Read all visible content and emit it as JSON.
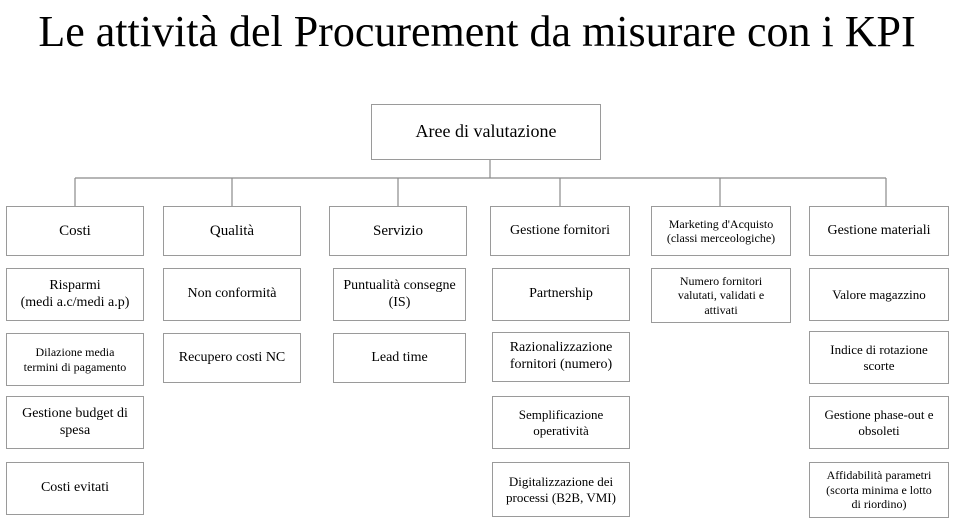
{
  "title": "Le attività del Procurement da misurare con i KPI",
  "root": "Aree di valutazione",
  "columns": [
    {
      "header": "Costi",
      "items": [
        "Risparmi\n(medi a.c/medi a.p)",
        "Dilazione media\ntermini di pagamento",
        "Gestione budget di\nspesa",
        "Costi evitati"
      ]
    },
    {
      "header": "Qualità",
      "items": [
        "Non conformità",
        "Recupero costi NC"
      ]
    },
    {
      "header": "Servizio",
      "items": [
        "Puntualità consegne\n(IS)",
        "Lead time"
      ]
    },
    {
      "header": "Gestione fornitori",
      "items": [
        "Partnership",
        "Razionalizzazione\nfornitori (numero)",
        "Semplificazione\noperatività",
        "Digitalizzazione dei\nprocessi (B2B, VMI)"
      ]
    },
    {
      "header": "Marketing d'Acquisto\n(classi merceologiche)",
      "items": [
        "Numero fornitori\nvalutati, validati e\nattivati"
      ]
    },
    {
      "header": "Gestione materiali",
      "items": [
        "Valore magazzino",
        "Indice di rotazione\nscorte",
        "Gestione phase-out e\nobsoleti",
        "Affidabilità parametri\n(scorta minima e lotto\ndi riordino)"
      ]
    }
  ]
}
